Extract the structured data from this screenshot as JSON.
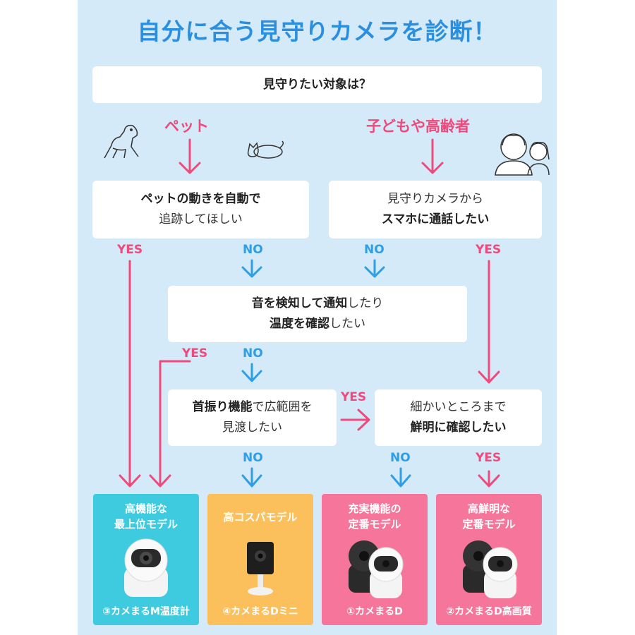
{
  "title": "自分に合う見守りカメラを診断！",
  "question": "見守りたい対象は？",
  "categories": {
    "pet": "ペット",
    "family": "子どもや高齢者"
  },
  "q_pet": {
    "line1": "ペットの動きを自動で",
    "line2": "追跡してほしい"
  },
  "q_call": {
    "line1": "見守りカメラから",
    "line2": "スマホに通話したい"
  },
  "q_sound": {
    "line1_bold": "音を検知して通知",
    "line1_rest": "したり",
    "line2_bold": "温度を確認",
    "line2_rest": "したい"
  },
  "q_pan": {
    "line1_bold": "首振り機能",
    "line1_rest": "で広範囲を",
    "line2": "見渡したい"
  },
  "q_detail": {
    "line1": "細かいところまで",
    "line2": "鮮明に確認したい"
  },
  "labels": {
    "yes": "YES",
    "no": "NO"
  },
  "products": [
    {
      "title1": "高機能な",
      "title2": "最上位モデル",
      "name": "③カメまるM温度計",
      "color": "#3ecbe0"
    },
    {
      "title1": "高コスパモデル",
      "title2": "",
      "name": "④カメまるDミニ",
      "color": "#fbbf5c"
    },
    {
      "title1": "充実機能の",
      "title2": "定番モデル",
      "name": "①カメまるD",
      "color": "#f6759a"
    },
    {
      "title1": "高鮮明な",
      "title2": "定番モデル",
      "name": "②カメまるD高画質",
      "color": "#f6759a"
    }
  ],
  "colors": {
    "yes": "#ef4a7c",
    "no": "#2e9ee6",
    "title": "#2a8fe0",
    "background": "#d4eaf8"
  }
}
